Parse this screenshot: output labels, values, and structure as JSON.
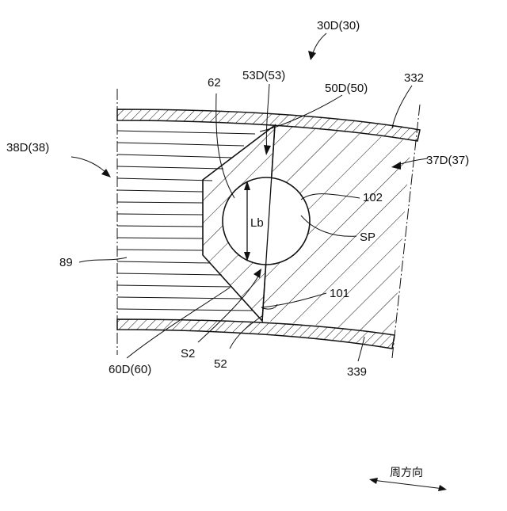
{
  "labels": {
    "assembly": "30D(30)",
    "member_38": "38D(38)",
    "member_37": "37D(37)",
    "part_62": "62",
    "part_53": "53D(53)",
    "part_50": "50D(50)",
    "part_332": "332",
    "part_102": "102",
    "dim_lb": "Lb",
    "space_sp": "SP",
    "part_89": "89",
    "part_101": "101",
    "surface_s2": "S2",
    "part_52": "52",
    "part_60": "60D(60)",
    "part_339": "339"
  },
  "direction": {
    "label": "周方向"
  }
}
